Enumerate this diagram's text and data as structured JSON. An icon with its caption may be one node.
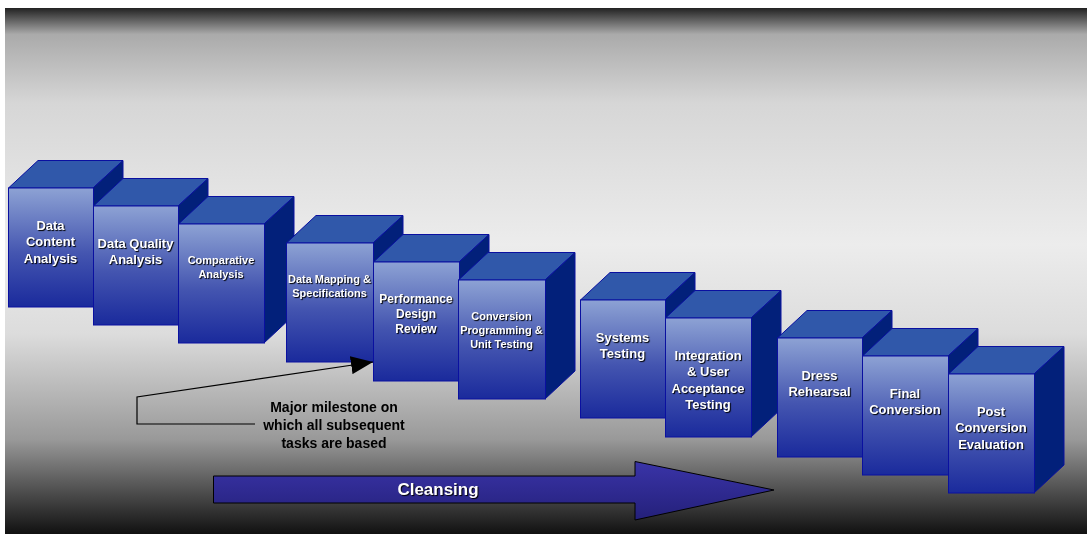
{
  "diagram": {
    "nodes": [
      {
        "text": [
          "Data Content Analysis"
        ]
      },
      {
        "text": [
          "Data Quality Analysis"
        ]
      },
      {
        "text": [
          "Comparative Analysis"
        ]
      },
      {
        "text": [
          "Data Mapping & Specifications"
        ]
      },
      {
        "text": [
          "Performance Design Review"
        ]
      },
      {
        "text": [
          "Conversion Programming & Unit Testing"
        ]
      },
      {
        "text": [
          "Systems Testing"
        ]
      },
      {
        "text": [
          "Integration & User Acceptance Testing"
        ]
      },
      {
        "text": [
          "Dress Rehearsal"
        ]
      },
      {
        "text": [
          "Final Conversion"
        ]
      },
      {
        "text": [
          "Post Conversion Evaluation"
        ]
      },
      {
        "text": [
          "Major milestone on which all subsequent tasks are based"
        ]
      },
      {
        "text": [
          "Cleansing"
        ]
      }
    ],
    "edges": [
      {
        "from": 11,
        "to": 4,
        "arrow": "to"
      }
    ]
  }
}
